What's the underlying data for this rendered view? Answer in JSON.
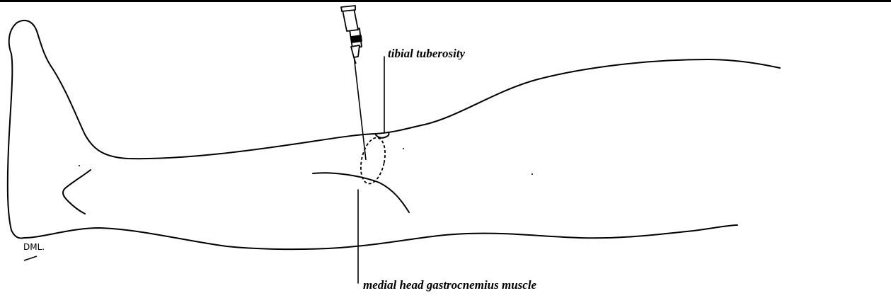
{
  "labels": {
    "tibial_tuberosity": "tibial tuberosity",
    "medial_head": "medial head gastrocnemius muscle"
  },
  "signature": "DML.",
  "colors": {
    "line": "#000000",
    "background": "#ffffff"
  }
}
